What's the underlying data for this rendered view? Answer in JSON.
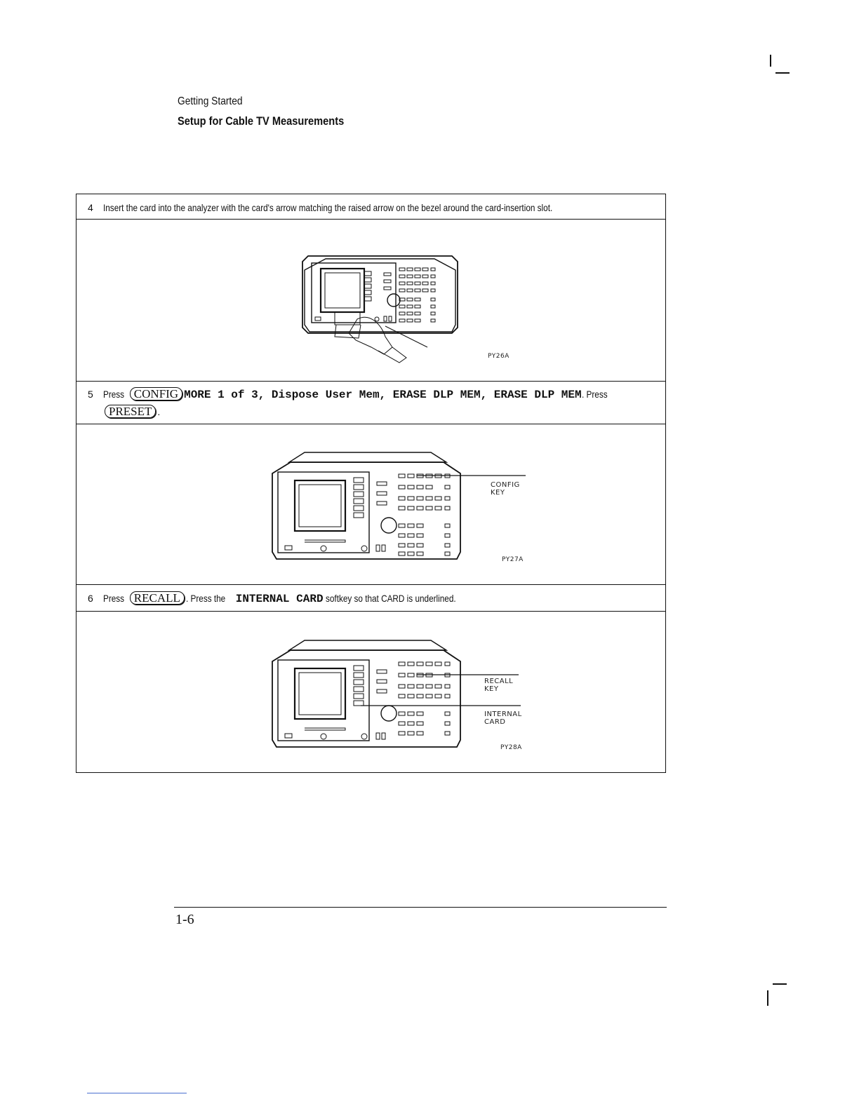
{
  "header": {
    "section": "Getting Started",
    "title": "Setup for Cable TV Measurements"
  },
  "steps": [
    {
      "num": "4",
      "text": "Insert the card into the analyzer with the card's arrow matching the raised arrow on the bezel around the card-insertion slot.",
      "figure_id": "PY26A"
    },
    {
      "num": "5",
      "press": "Press",
      "key1": "CONFIG",
      "softkeys": "MORE 1 of 3, Dispose User Mem, ERASE DLP MEM, ERASE DLP MEM",
      "press2": ". Press",
      "key2": "PRESET",
      "end": ".",
      "callout": [
        "CONFIG",
        "KEY"
      ],
      "figure_id": "PY27A"
    },
    {
      "num": "6",
      "press": "Press",
      "key1": "RECALL",
      "mid": ". Press the",
      "softkey": "INTERNAL CARD",
      "end": "softkey so that CARD is underlined.",
      "callout1": [
        "RECALL",
        "KEY"
      ],
      "callout2": [
        "INTERNAL",
        "CARD"
      ],
      "figure_id": "PY28A"
    }
  ],
  "footer": {
    "page_number": "1-6"
  }
}
